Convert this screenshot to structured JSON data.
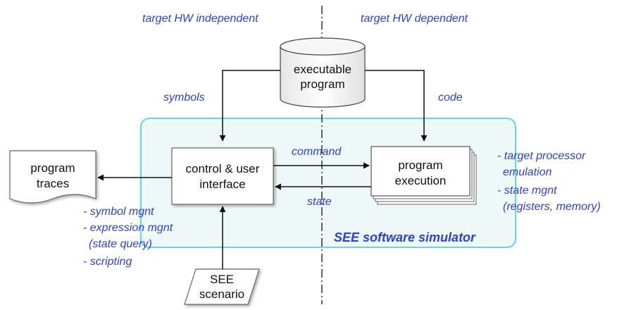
{
  "labels": {
    "hw_independent": "target HW independent",
    "hw_dependent": "target HW dependent",
    "symbols": "symbols",
    "code": "code",
    "command": "command",
    "state": "state",
    "simulator": "SEE software simulator"
  },
  "nodes": {
    "executable": [
      "executable",
      "program"
    ],
    "control": [
      "control & user",
      "interface"
    ],
    "execution": [
      "program",
      "execution"
    ],
    "traces": [
      "program",
      "traces"
    ],
    "scenario": [
      "SEE",
      "scenario"
    ]
  },
  "notes": {
    "left": [
      "- symbol mgnt",
      "- expression mgnt",
      "(state query)",
      "- scripting"
    ],
    "right": [
      "- target processor",
      "emulation",
      "- state mgnt",
      "(registers, memory)"
    ]
  },
  "colors": {
    "label_blue": "#2d3fd6",
    "simulator_border": "#5ed8e6",
    "simulator_fill": "#eef8f9"
  }
}
